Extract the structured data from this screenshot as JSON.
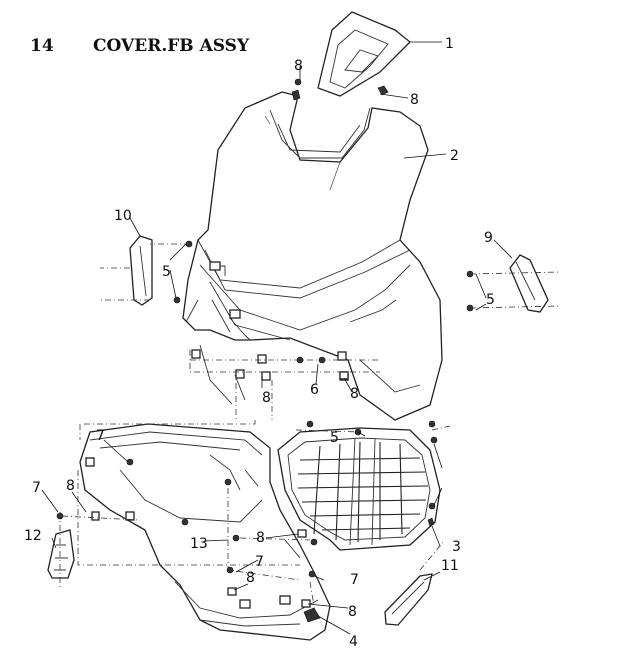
{
  "title": {
    "number": "14",
    "text": "COVER.FB ASSY"
  },
  "callouts": {
    "c1": "1",
    "c2": "2",
    "c3": "3",
    "c4": "4",
    "c5a": "5",
    "c5b": "5",
    "c5c": "5",
    "c6": "6",
    "c7a": "7",
    "c7b": "7",
    "c7c": "7",
    "c7d": "7",
    "c8a": "8",
    "c8b": "8",
    "c8c": "8",
    "c8d": "8",
    "c8e": "8",
    "c8f": "8",
    "c8g": "8",
    "c8h": "8",
    "c9": "9",
    "c10": "10",
    "c11": "11",
    "c12": "12",
    "c13": "13"
  }
}
